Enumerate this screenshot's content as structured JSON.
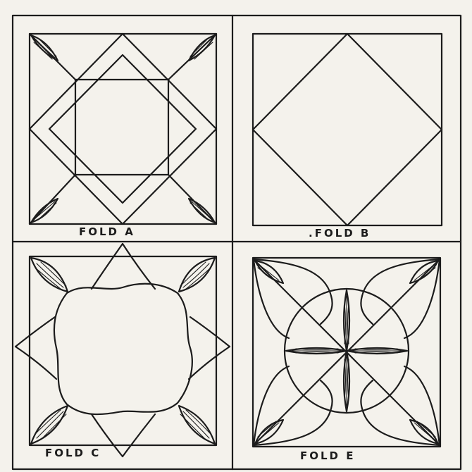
{
  "panels": [
    {
      "caption": "FOLD A"
    },
    {
      "caption": ".FOLD B"
    },
    {
      "caption": "FOLD C"
    },
    {
      "caption": "FOLD E"
    }
  ],
  "colors": {
    "ink": "#1c1c1c",
    "paper": "#f4f2ec"
  }
}
